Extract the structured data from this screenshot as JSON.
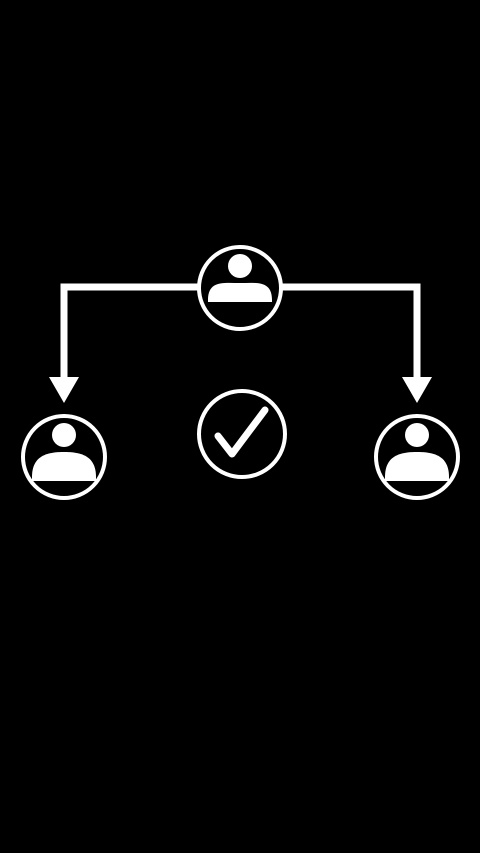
{
  "colors": {
    "background": "#000000",
    "foreground": "#ffffff"
  },
  "diagram": {
    "nodes": [
      {
        "role": "source",
        "icon": "user-icon"
      },
      {
        "role": "approval",
        "icon": "checkmark-icon"
      },
      {
        "role": "left-recipient",
        "icon": "user-icon"
      },
      {
        "role": "right-recipient",
        "icon": "user-icon"
      }
    ],
    "connectors": [
      {
        "from": "source",
        "to": "left-recipient",
        "icon": "arrow-down-icon"
      },
      {
        "from": "source",
        "to": "right-recipient",
        "icon": "arrow-down-icon"
      }
    ]
  }
}
